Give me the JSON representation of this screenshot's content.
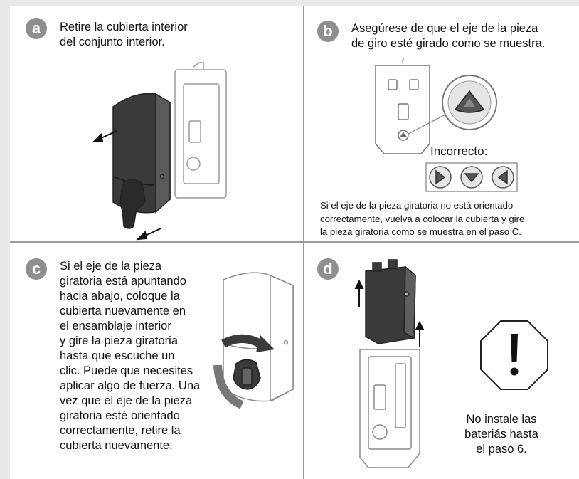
{
  "steps": [
    {
      "badge": "a",
      "text_lines": [
        "Retire la cubierta interior",
        "del conjunto interior."
      ]
    },
    {
      "badge": "b",
      "text_lines": [
        "Asegúrese de que el eje de la pieza",
        "de giro esté girado como se muestra."
      ],
      "incorrect_label": "Incorrecto:",
      "note_lines": [
        "Si el eje de la pieza giratoria no está orientado",
        "correctamente, vuelva a colocar la cubierta y gire",
        "la pieza giratoria como se muestra en el paso C."
      ]
    },
    {
      "badge": "c",
      "text_lines": [
        "Si el eje de la pieza",
        "giratoria está apuntando",
        "hacia abajo, coloque la",
        "cubierta nuevamente en",
        "el ensamblaje interior",
        "y gire la pieza giratoria",
        "hasta que escuche un",
        "clic. Puede que necesites",
        "aplicar algo de fuerza. Una",
        "vez que el eje de la pieza",
        "giratoria esté orientado",
        "correctamente, retire la",
        "cubierta nuevamente."
      ]
    },
    {
      "badge": "d",
      "warning_lines": [
        "No instale las",
        "bateriás hasta",
        "el paso 6."
      ]
    }
  ]
}
